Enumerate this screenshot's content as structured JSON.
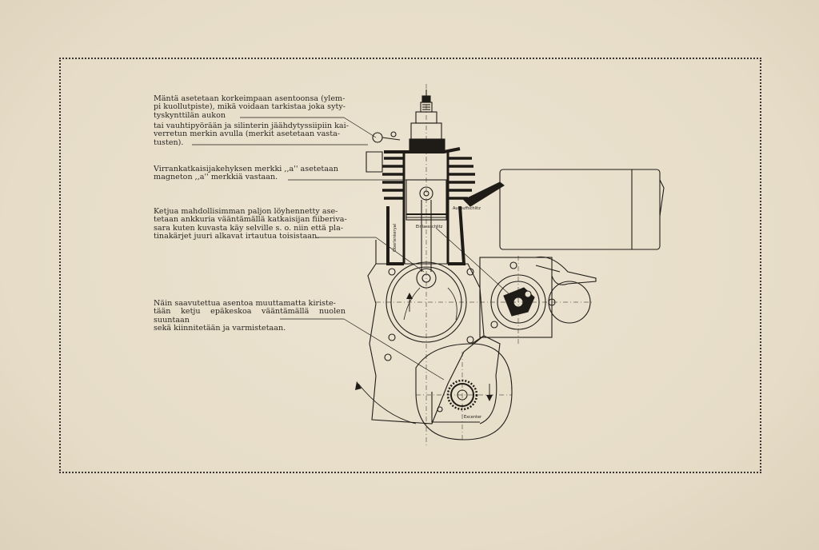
{
  "captions": {
    "piston_top_dead_center": "Mäntä asetetaan korkeimpaan asentoonsa (ylem-\npi kuollutpiste), mikä voidaan tarkistaa joka syty-\ntyskynttilän aukon",
    "flywheel_marks": "tai vauhtipyörään ja silinterin jäähdytyssiipiin kai-\nverretun merkin avulla (merkit asetetaan vasta-\ntusten).",
    "breaker_frame_mark": "Virrankatkaisijakehyksen merkki ,,a'' asetetaan\nmagneton ,,a'' merkkiä vastaan.",
    "chain_loosened": "Ketjua mahdollisimman paljon löyhennetty ase-\ntetaan ankkuria vääntämällä katkaisijan fiiberiva-\nsara kuten kuvasta käy selville s. o. niin että pla-\ntinakärjet juuri alkavat irtautua toisistaan.",
    "tighten_chain": "Näin saavutettua asentoa muuttamatta kiriste-\ntään ketju epäkeskoa vääntämällä nuolen suuntaan\nsekä kiinnitetään ja varmistetaan."
  },
  "diagram_labels": {
    "cylinder_side_left": "Oberlenkeryal",
    "exhaust": "Auspuffschlitz",
    "inlet": "Einlassschlitz",
    "eccentric": "Excenter"
  },
  "colors": {
    "paper": "#e9e0cd",
    "ink": "#1f1c18"
  }
}
